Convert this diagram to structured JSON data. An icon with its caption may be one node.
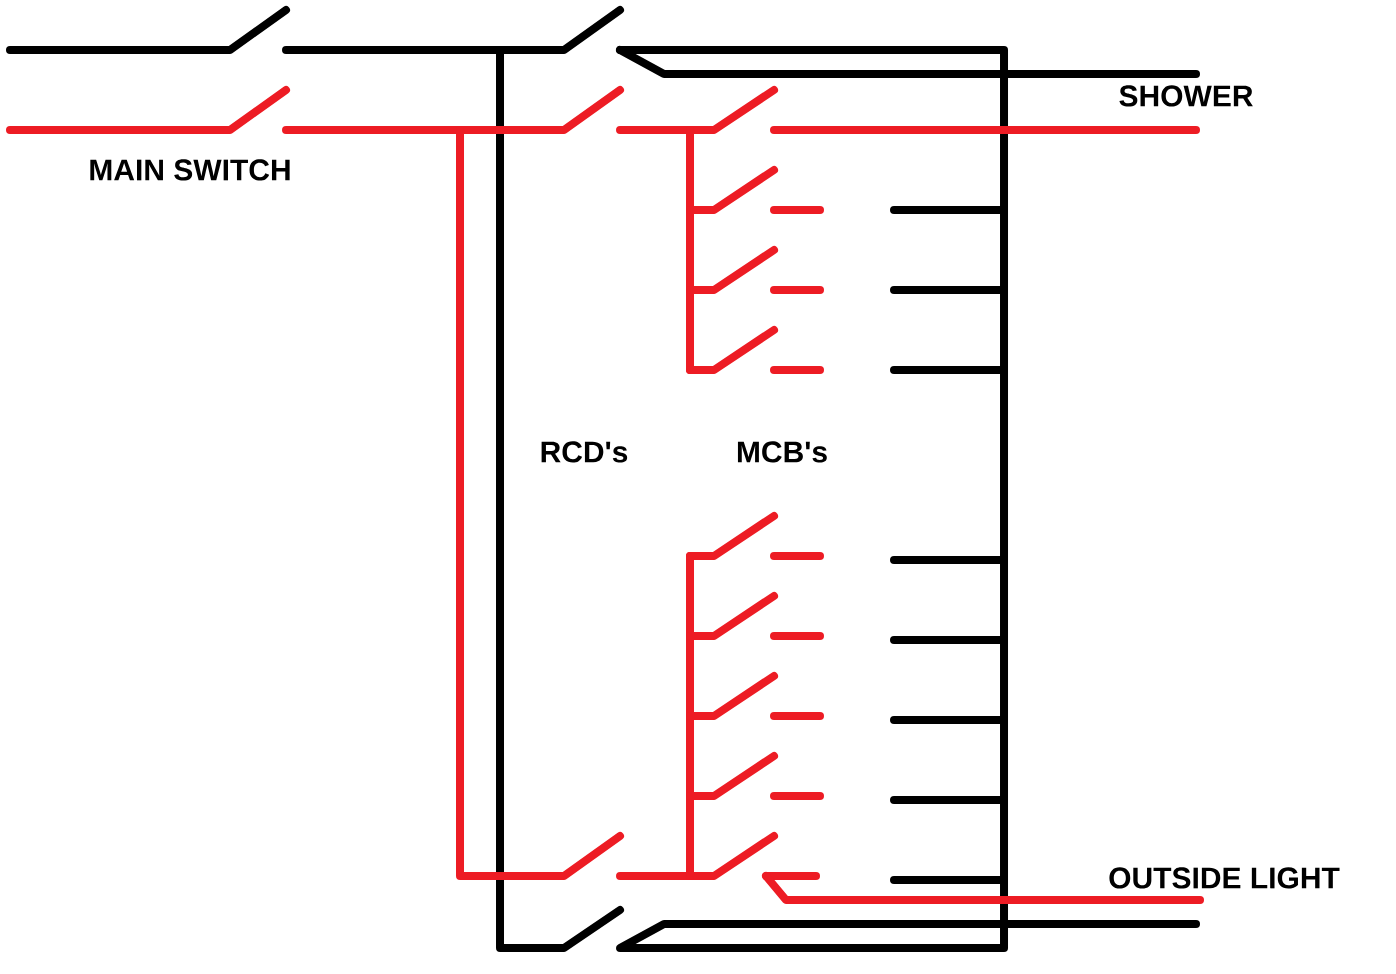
{
  "diagram": {
    "labels": [
      "MAIN SWITCH",
      "SHOWER",
      "RCD's",
      "MCB's",
      "OUTSIDE LIGHT"
    ]
  }
}
